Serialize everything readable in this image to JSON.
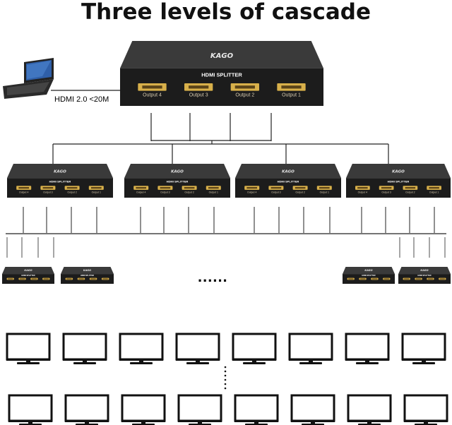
{
  "title": "Three levels of cascade",
  "source": {
    "icon": "laptop-icon",
    "cable_label": "HDMI 2.0 <20M"
  },
  "splitter": {
    "brand": "KAGO",
    "model": "HDMI SPLITTER",
    "outputs": [
      "Output 4",
      "Output 3",
      "Output 2",
      "Output 1"
    ]
  },
  "continuation": {
    "horizontal": "......",
    "vertical": "......"
  },
  "levels": {
    "level1_count": 1,
    "level2_count": 4,
    "level3_visible": 4,
    "monitor_rows": 2,
    "monitors_per_row": 8
  },
  "colors": {
    "device_body": "#1c1c1c",
    "device_top": "#3a3a3a",
    "port_gold": "#d8b04a",
    "line": "#222222",
    "monitor_frame": "#111111"
  }
}
